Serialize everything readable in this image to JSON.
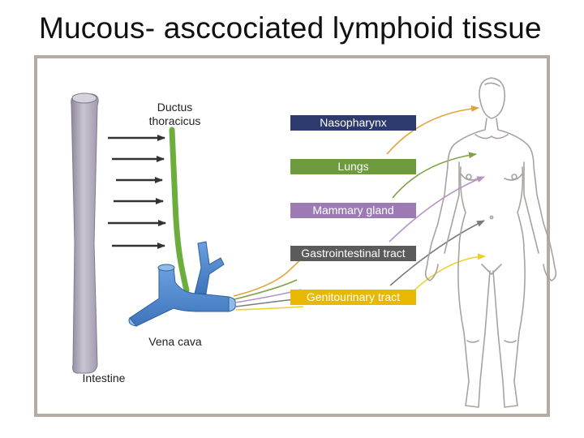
{
  "title": "Mucous- asccociated lymphoid tissue",
  "labels": {
    "ductus_line1": "Ductus",
    "ductus_line2": "thoracicus",
    "vena_cava": "Vena cava",
    "intestine": "Intestine"
  },
  "targets": [
    {
      "label": "Nasopharynx",
      "box_color": "#2c3a6e",
      "arrow_color": "#e0a33a"
    },
    {
      "label": "Lungs",
      "box_color": "#6c9a3c",
      "arrow_color": "#7ea248"
    },
    {
      "label": "Mammary gland",
      "box_color": "#9d7ab3",
      "arrow_color": "#b893c6"
    },
    {
      "label": "Gastrointestinal tract",
      "box_color": "#5b5b5b",
      "arrow_color": "#7b7b7b"
    },
    {
      "label": "Genitourinary tract",
      "box_color": "#e9b800",
      "arrow_color": "#ecd02a"
    }
  ],
  "colors": {
    "frame": "#b5aba1",
    "intestine": "#a9a4b5",
    "duct": "#6cae3e",
    "vena_cava": "#4f86cc"
  }
}
